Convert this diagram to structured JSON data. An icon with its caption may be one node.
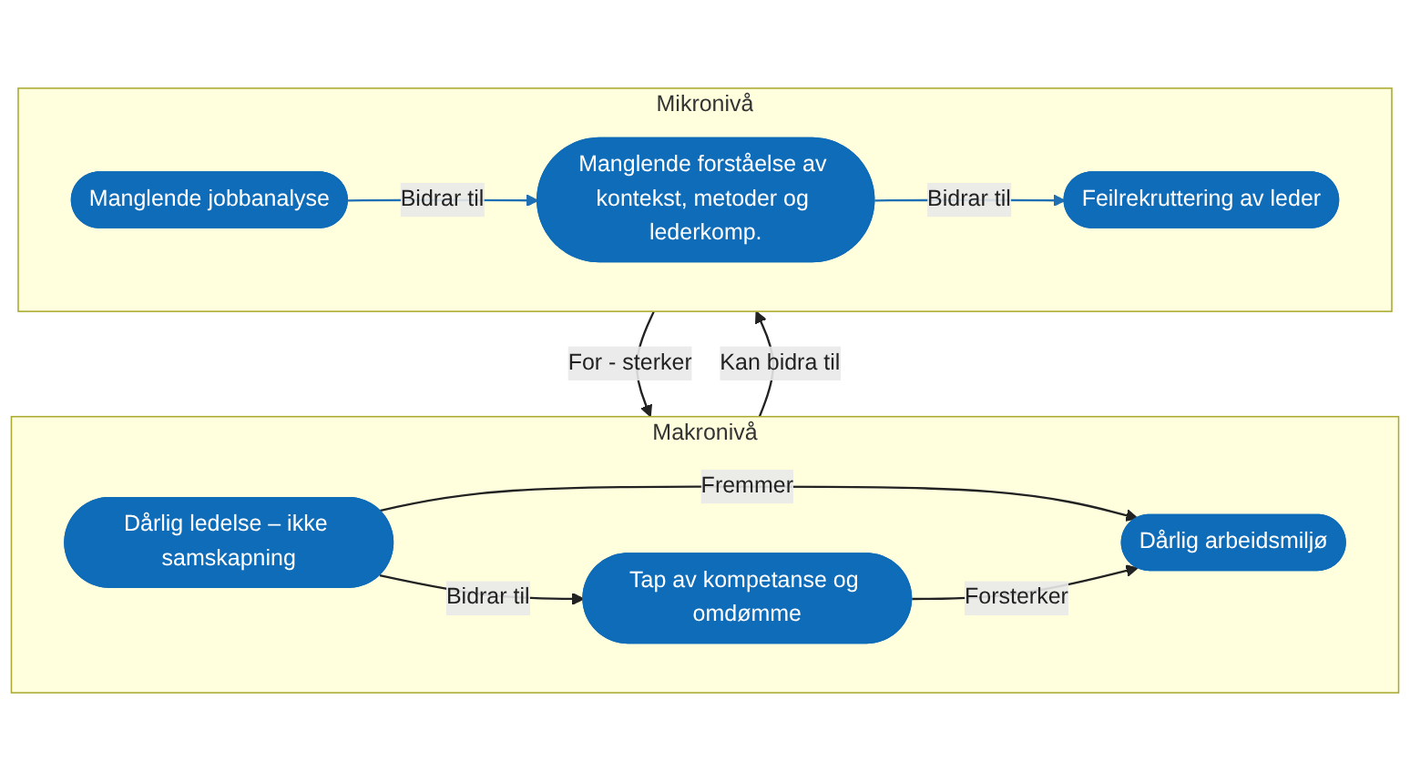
{
  "diagram": {
    "nodes": [
      {
        "text": [
          "Makronivå"
        ]
      },
      {
        "text": [
          "Dårlig arbeidsmiljø"
        ],
        "in": 0
      },
      {
        "text": [
          "Dårlig ledelse – ikke samskapning"
        ],
        "in": 0
      },
      {
        "text": [
          "Tap av kompetanse og omdømme"
        ],
        "in": 0
      },
      {
        "text": [
          "Mikronivå"
        ]
      },
      {
        "text": [
          "Manglende jobbanalyse"
        ],
        "in": 4
      },
      {
        "text": [
          "Manglende forståelse av kontekst, metoder og lederkomp."
        ],
        "in": 4
      },
      {
        "text": [
          "Feilrekruttering av leder"
        ],
        "in": 4
      }
    ],
    "edges": [
      {
        "from": 2,
        "to": 1,
        "arrow": "to",
        "label": "Fremmer"
      },
      {
        "from": 2,
        "to": 3,
        "arrow": "to",
        "label": "Bidrar til"
      },
      {
        "from": 3,
        "to": 1,
        "arrow": "to",
        "label": "Forsterker"
      },
      {
        "from": 0,
        "to": 4,
        "arrow": "to",
        "label": "Kan bidra til"
      },
      {
        "from": 4,
        "to": 0,
        "arrow": "to",
        "label": "For - sterker"
      },
      {
        "from": 5,
        "to": 6,
        "arrow": "to",
        "label": "Bidrar til",
        "color": "#1f6fb5"
      },
      {
        "from": 6,
        "to": 7,
        "arrow": "to",
        "label": "Bidrar til",
        "color": "#1f6fb5"
      }
    ]
  }
}
